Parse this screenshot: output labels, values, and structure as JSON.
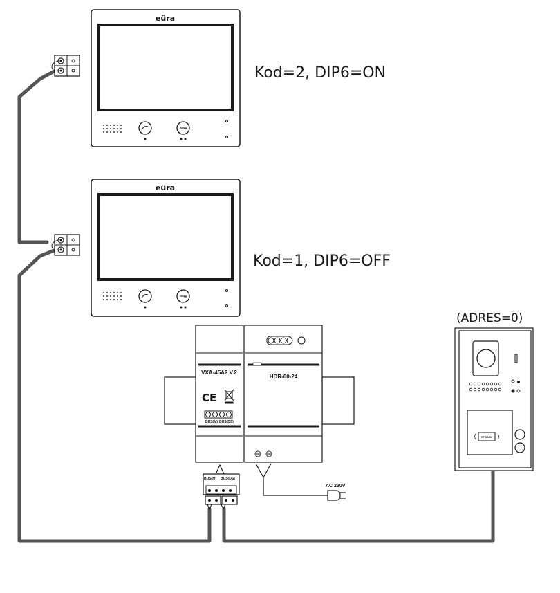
{
  "monitors": [
    {
      "brand": "eüra",
      "config_label": "Kod=2, DIP6=ON"
    },
    {
      "brand": "eüra",
      "config_label": "Kod=1, DIP6=OFF"
    }
  ],
  "door_station": {
    "address_label": "(ADRES=0)",
    "card_label": "RF CARD"
  },
  "bus_module": {
    "model": "VXA-45A2 V.2",
    "ce_mark": "CE",
    "terminal_left": "BUS(M)",
    "terminal_right": "BUS(DS)",
    "connector_left": "BUS(M)",
    "connector_right": "BUS(DS)"
  },
  "power_supply": {
    "model": "HDR-60-24",
    "ac_label": "AC 230V"
  },
  "colors": {
    "wire": "#555555",
    "outline": "#1a1a1a",
    "device_fill": "#ffffff",
    "screen_fill": "#ffffff"
  }
}
